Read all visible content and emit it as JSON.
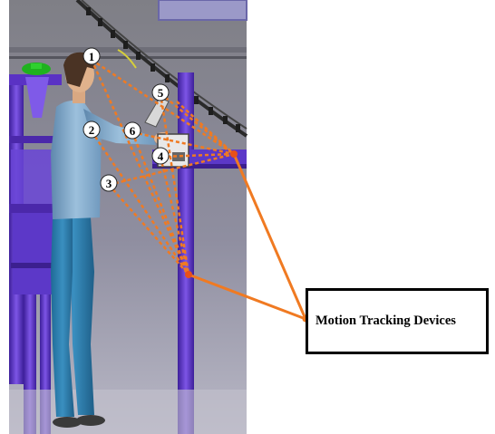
{
  "callout": {
    "label": "Motion Tracking Devices"
  },
  "markers": [
    {
      "id": "1"
    },
    {
      "id": "2"
    },
    {
      "id": "3"
    },
    {
      "id": "4"
    },
    {
      "id": "5"
    },
    {
      "id": "6"
    }
  ],
  "colors": {
    "tracking_line": "#f07a22",
    "scaffold_purple": "#6a3fd0",
    "background_gray": "#8a8a8a",
    "floor_gray": "#c9c9cf",
    "shirt_blue": "#7aa6c9",
    "pants_blue": "#2f7fb0"
  }
}
